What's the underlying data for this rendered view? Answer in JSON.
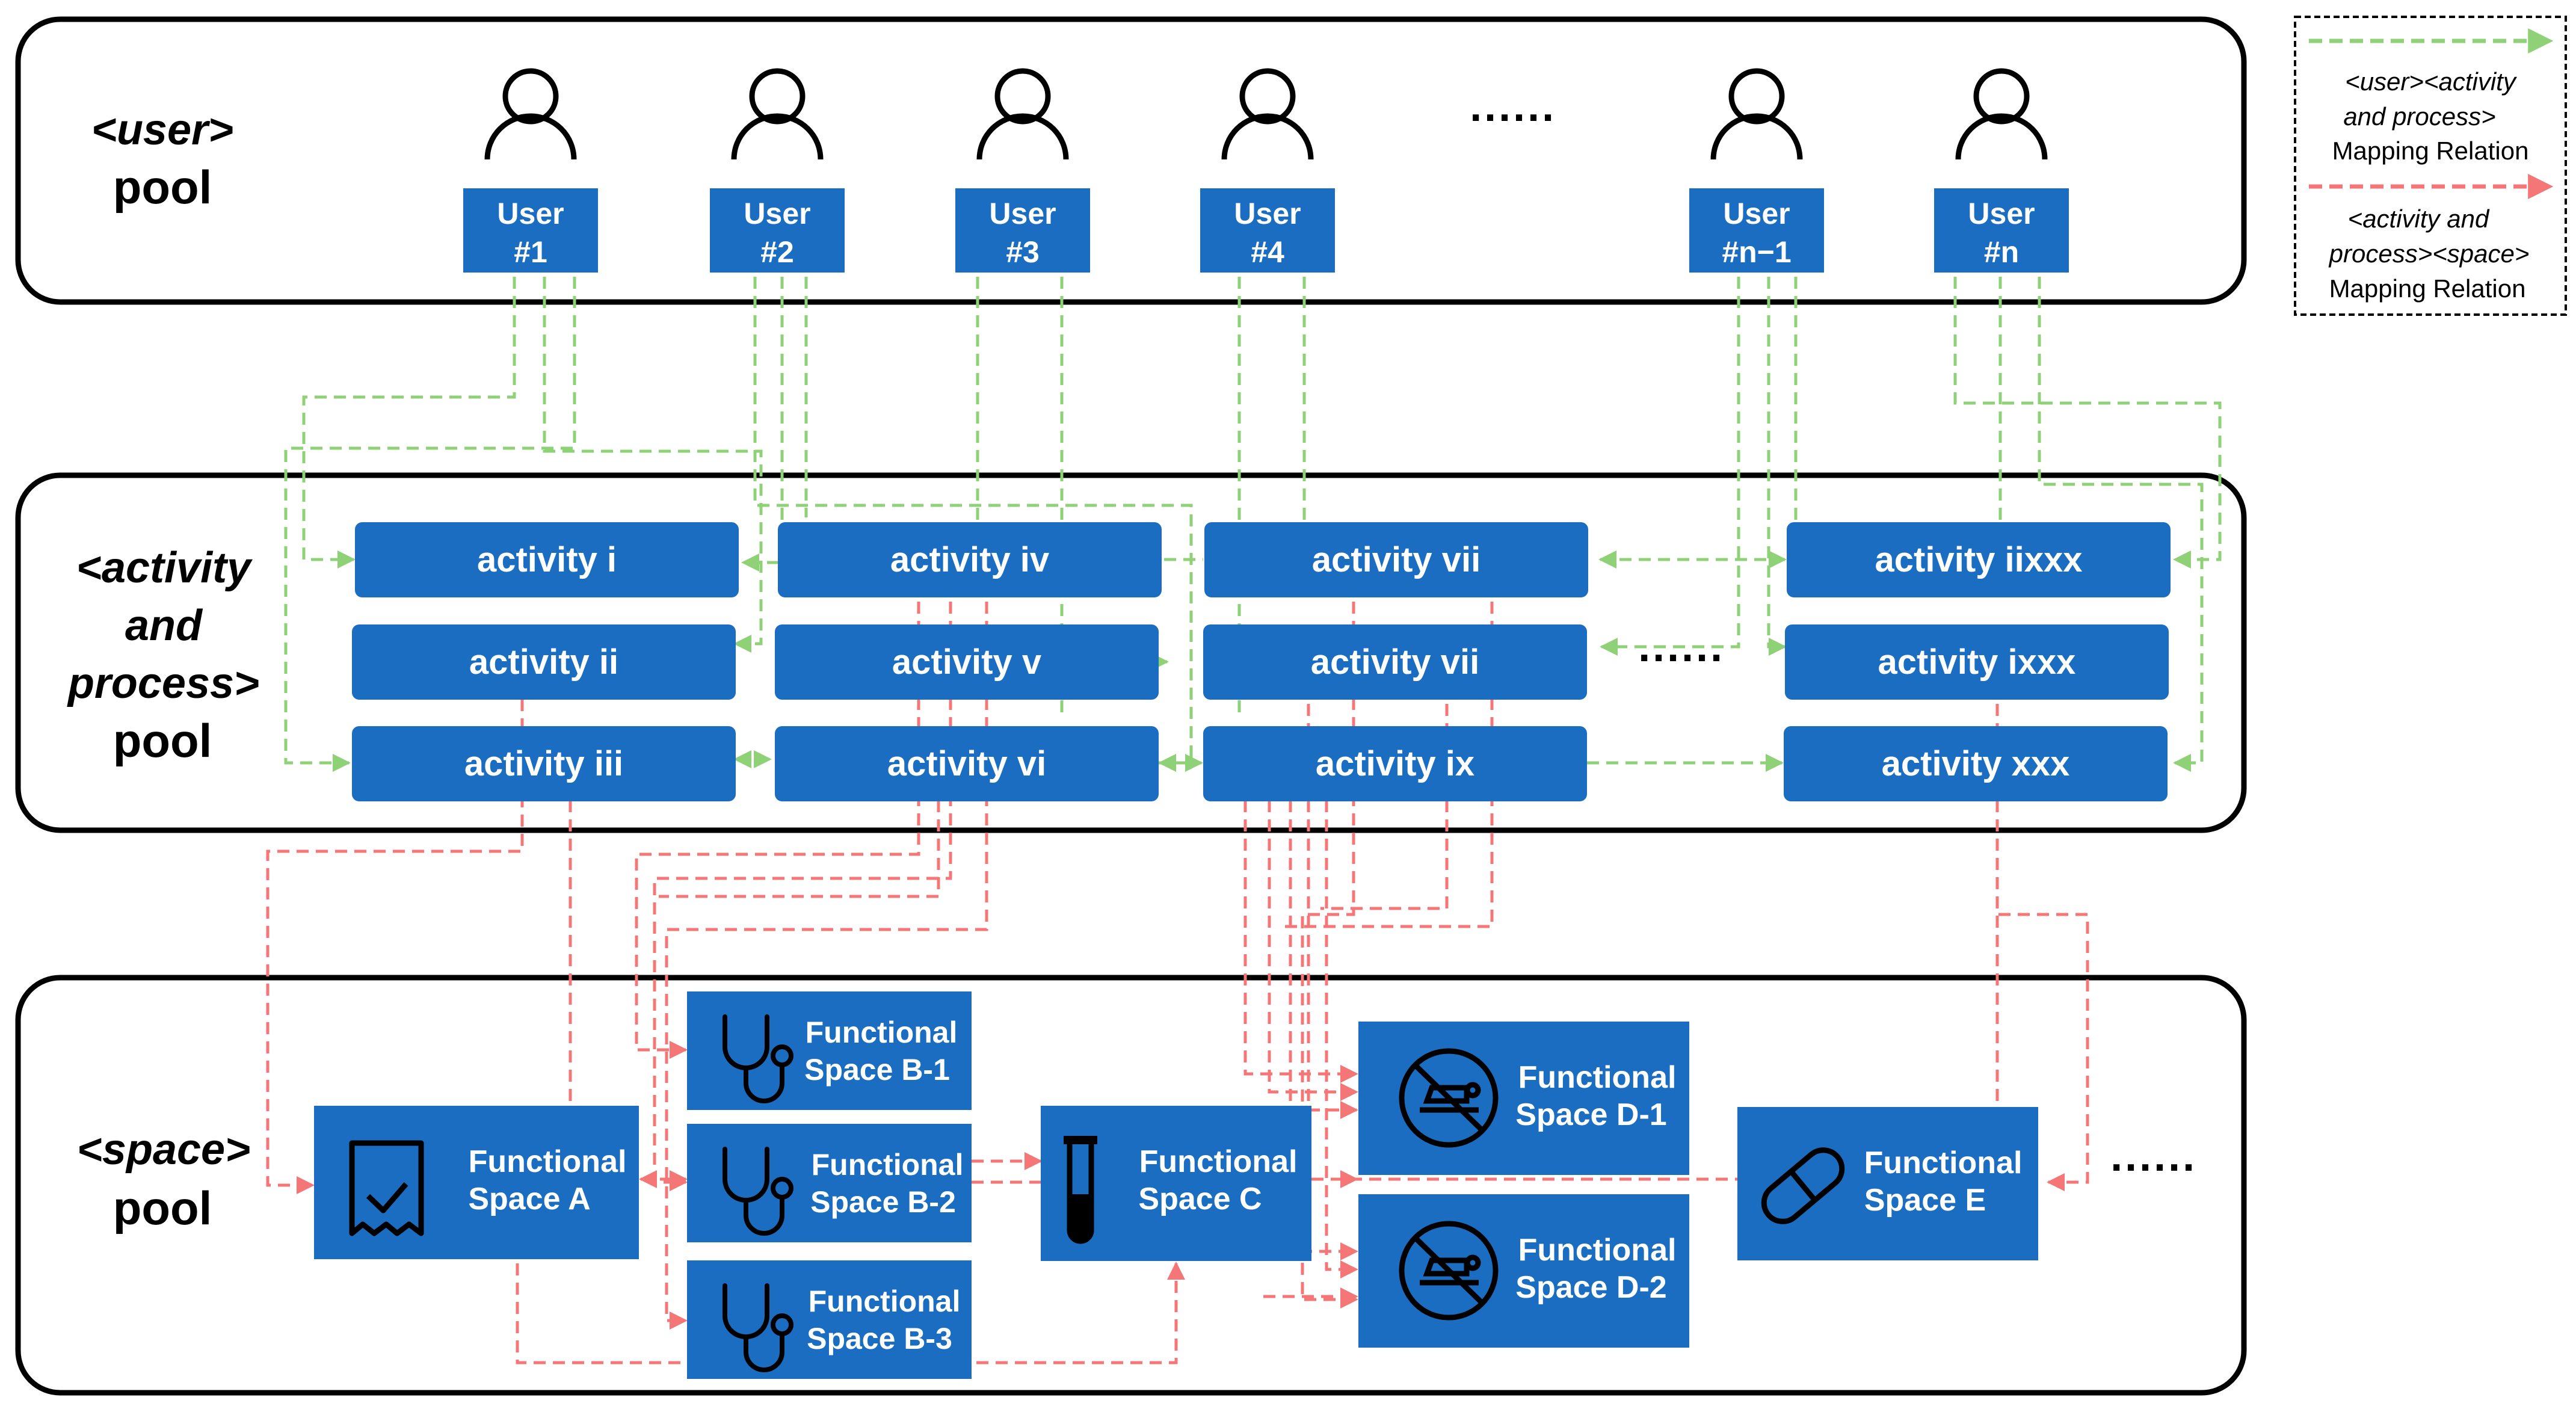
{
  "colors": {
    "box_fill": "#1B6DC1",
    "box_text": "#ffffff",
    "user_relation": "#8FD176",
    "space_relation": "#F47676",
    "pool_border": "#000000"
  },
  "pools": {
    "user": {
      "tag": "<user>",
      "label": "pool"
    },
    "activity": {
      "tag_line1": "<activity",
      "tag_line2": "and",
      "tag_line3": "process>",
      "label": "pool"
    },
    "space": {
      "tag": "<space>",
      "label": "pool"
    }
  },
  "users": [
    {
      "line1": "User",
      "line2": "#1",
      "icon": "person-icon"
    },
    {
      "line1": "User",
      "line2": "#2",
      "icon": "person-icon"
    },
    {
      "line1": "User",
      "line2": "#3",
      "icon": "person-icon"
    },
    {
      "line1": "User",
      "line2": "#4",
      "icon": "person-icon"
    },
    {
      "line1": "User",
      "line2": "#n−1",
      "icon": "person-icon"
    },
    {
      "line1": "User",
      "line2": "#n",
      "icon": "person-icon"
    }
  ],
  "user_ellipsis": "······",
  "activities": [
    "activity i",
    "activity ii",
    "activity iii",
    "activity iv",
    "activity v",
    "activity vi",
    "activity vii",
    "activity vii",
    "activity ix",
    "activity iixxx",
    "activity ixxx",
    "activity xxx"
  ],
  "activity_ellipsis": "······",
  "spaces": {
    "a": {
      "line1": "Functional",
      "line2": "Space A",
      "icon": "receipt-check-icon"
    },
    "b1": {
      "line1": "Functional",
      "line2": "Space B-1",
      "icon": "stethoscope-icon"
    },
    "b2": {
      "line1": "Functional",
      "line2": "Space B-2",
      "icon": "stethoscope-icon"
    },
    "b3": {
      "line1": "Functional",
      "line2": "Space B-3",
      "icon": "stethoscope-icon"
    },
    "c": {
      "line1": "Functional",
      "line2": "Space C",
      "icon": "test-tube-icon"
    },
    "d1": {
      "line1": "Functional",
      "line2": "Space D-1",
      "icon": "hospital-bed-icon"
    },
    "d2": {
      "line1": "Functional",
      "line2": "Space D-2",
      "icon": "hospital-bed-icon"
    },
    "e": {
      "line1": "Functional",
      "line2": "Space E",
      "icon": "pill-icon"
    }
  },
  "space_ellipsis": "······",
  "legend": {
    "user_relation": {
      "line1": "<user><activity",
      "line2": "and process>",
      "line3": "Mapping Relation"
    },
    "space_relation": {
      "line1": "<activity and",
      "line2": "process><space>",
      "line3": "Mapping Relation"
    }
  }
}
